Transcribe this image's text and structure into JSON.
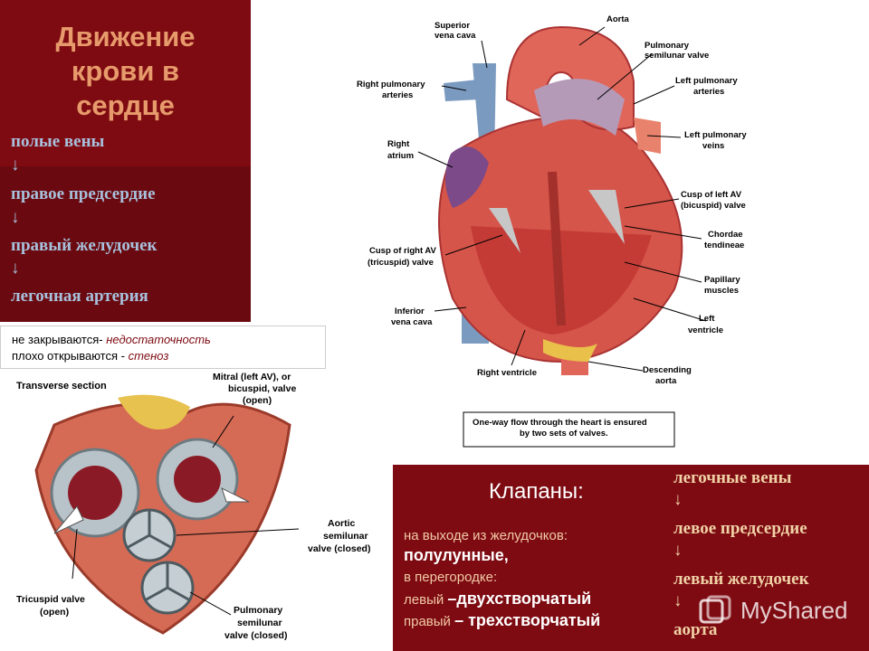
{
  "left_panel": {
    "title_lines": [
      "Движение",
      "крови в",
      "сердце"
    ],
    "flow": [
      "полые вены",
      "↓",
      "правое предсердие",
      "↓",
      "правый желудочек",
      "↓",
      "легочная артерия"
    ]
  },
  "note": {
    "line1_prefix": "не закрываются- ",
    "line1_term": "недостаточность",
    "line2_prefix": "плохо открываются - ",
    "line2_term": "стеноз"
  },
  "heart_labels": {
    "superior_vena_cava": [
      "Superior",
      "vena cava"
    ],
    "aorta": "Aorta",
    "pulmonary_semilunar_valve": [
      "Pulmonary",
      "semilunar valve"
    ],
    "right_pulmonary_arteries": [
      "Right pulmonary",
      "arteries"
    ],
    "left_pulmonary_arteries": [
      "Left pulmonary",
      "arteries"
    ],
    "right_atrium": [
      "Right",
      "atrium"
    ],
    "left_pulmonary_veins": [
      "Left pulmonary",
      "veins"
    ],
    "cusp_left_av": [
      "Cusp of left AV",
      "(bicuspid) valve"
    ],
    "chordae_tendineae": [
      "Chordae",
      "tendineae"
    ],
    "cusp_right_av": [
      "Cusp of right AV",
      "(tricuspid) valve"
    ],
    "papillary_muscles": [
      "Papillary",
      "muscles"
    ],
    "left_ventricle": [
      "Left",
      "ventricle"
    ],
    "inferior_vena_cava": [
      "Inferior",
      "vena cava"
    ],
    "right_ventricle": "Right ventricle",
    "descending_aorta": [
      "Descending",
      "aorta"
    ],
    "caption": [
      "One-way flow through the heart is ensured",
      "by two sets of valves."
    ]
  },
  "section_labels": {
    "transverse_section": "Transverse section",
    "mitral": [
      "Mitral (left AV), or",
      "bicuspid, valve",
      "(open)"
    ],
    "aortic": [
      "Aortic",
      "semilunar",
      "valve (closed)"
    ],
    "tricuspid": [
      "Tricuspid valve",
      "(open)"
    ],
    "pulmonary": [
      "Pulmonary",
      "semilunar",
      "valve (closed)"
    ]
  },
  "right_panel": {
    "title": "Клапаны:",
    "line1": "на выходе из желудочков:",
    "line2": "полулунные,",
    "line3": "в перегородке:",
    "line4_prefix": "левый ",
    "line4_term": "–двухстворчатый",
    "line5_prefix": "правый ",
    "line5_term": "– трехстворчатый",
    "flow": [
      "легочные вены",
      "↓",
      "левое предсердие",
      "↓",
      "левый желудочек",
      "↓",
      "аорта"
    ]
  },
  "watermark": "MyShared"
}
